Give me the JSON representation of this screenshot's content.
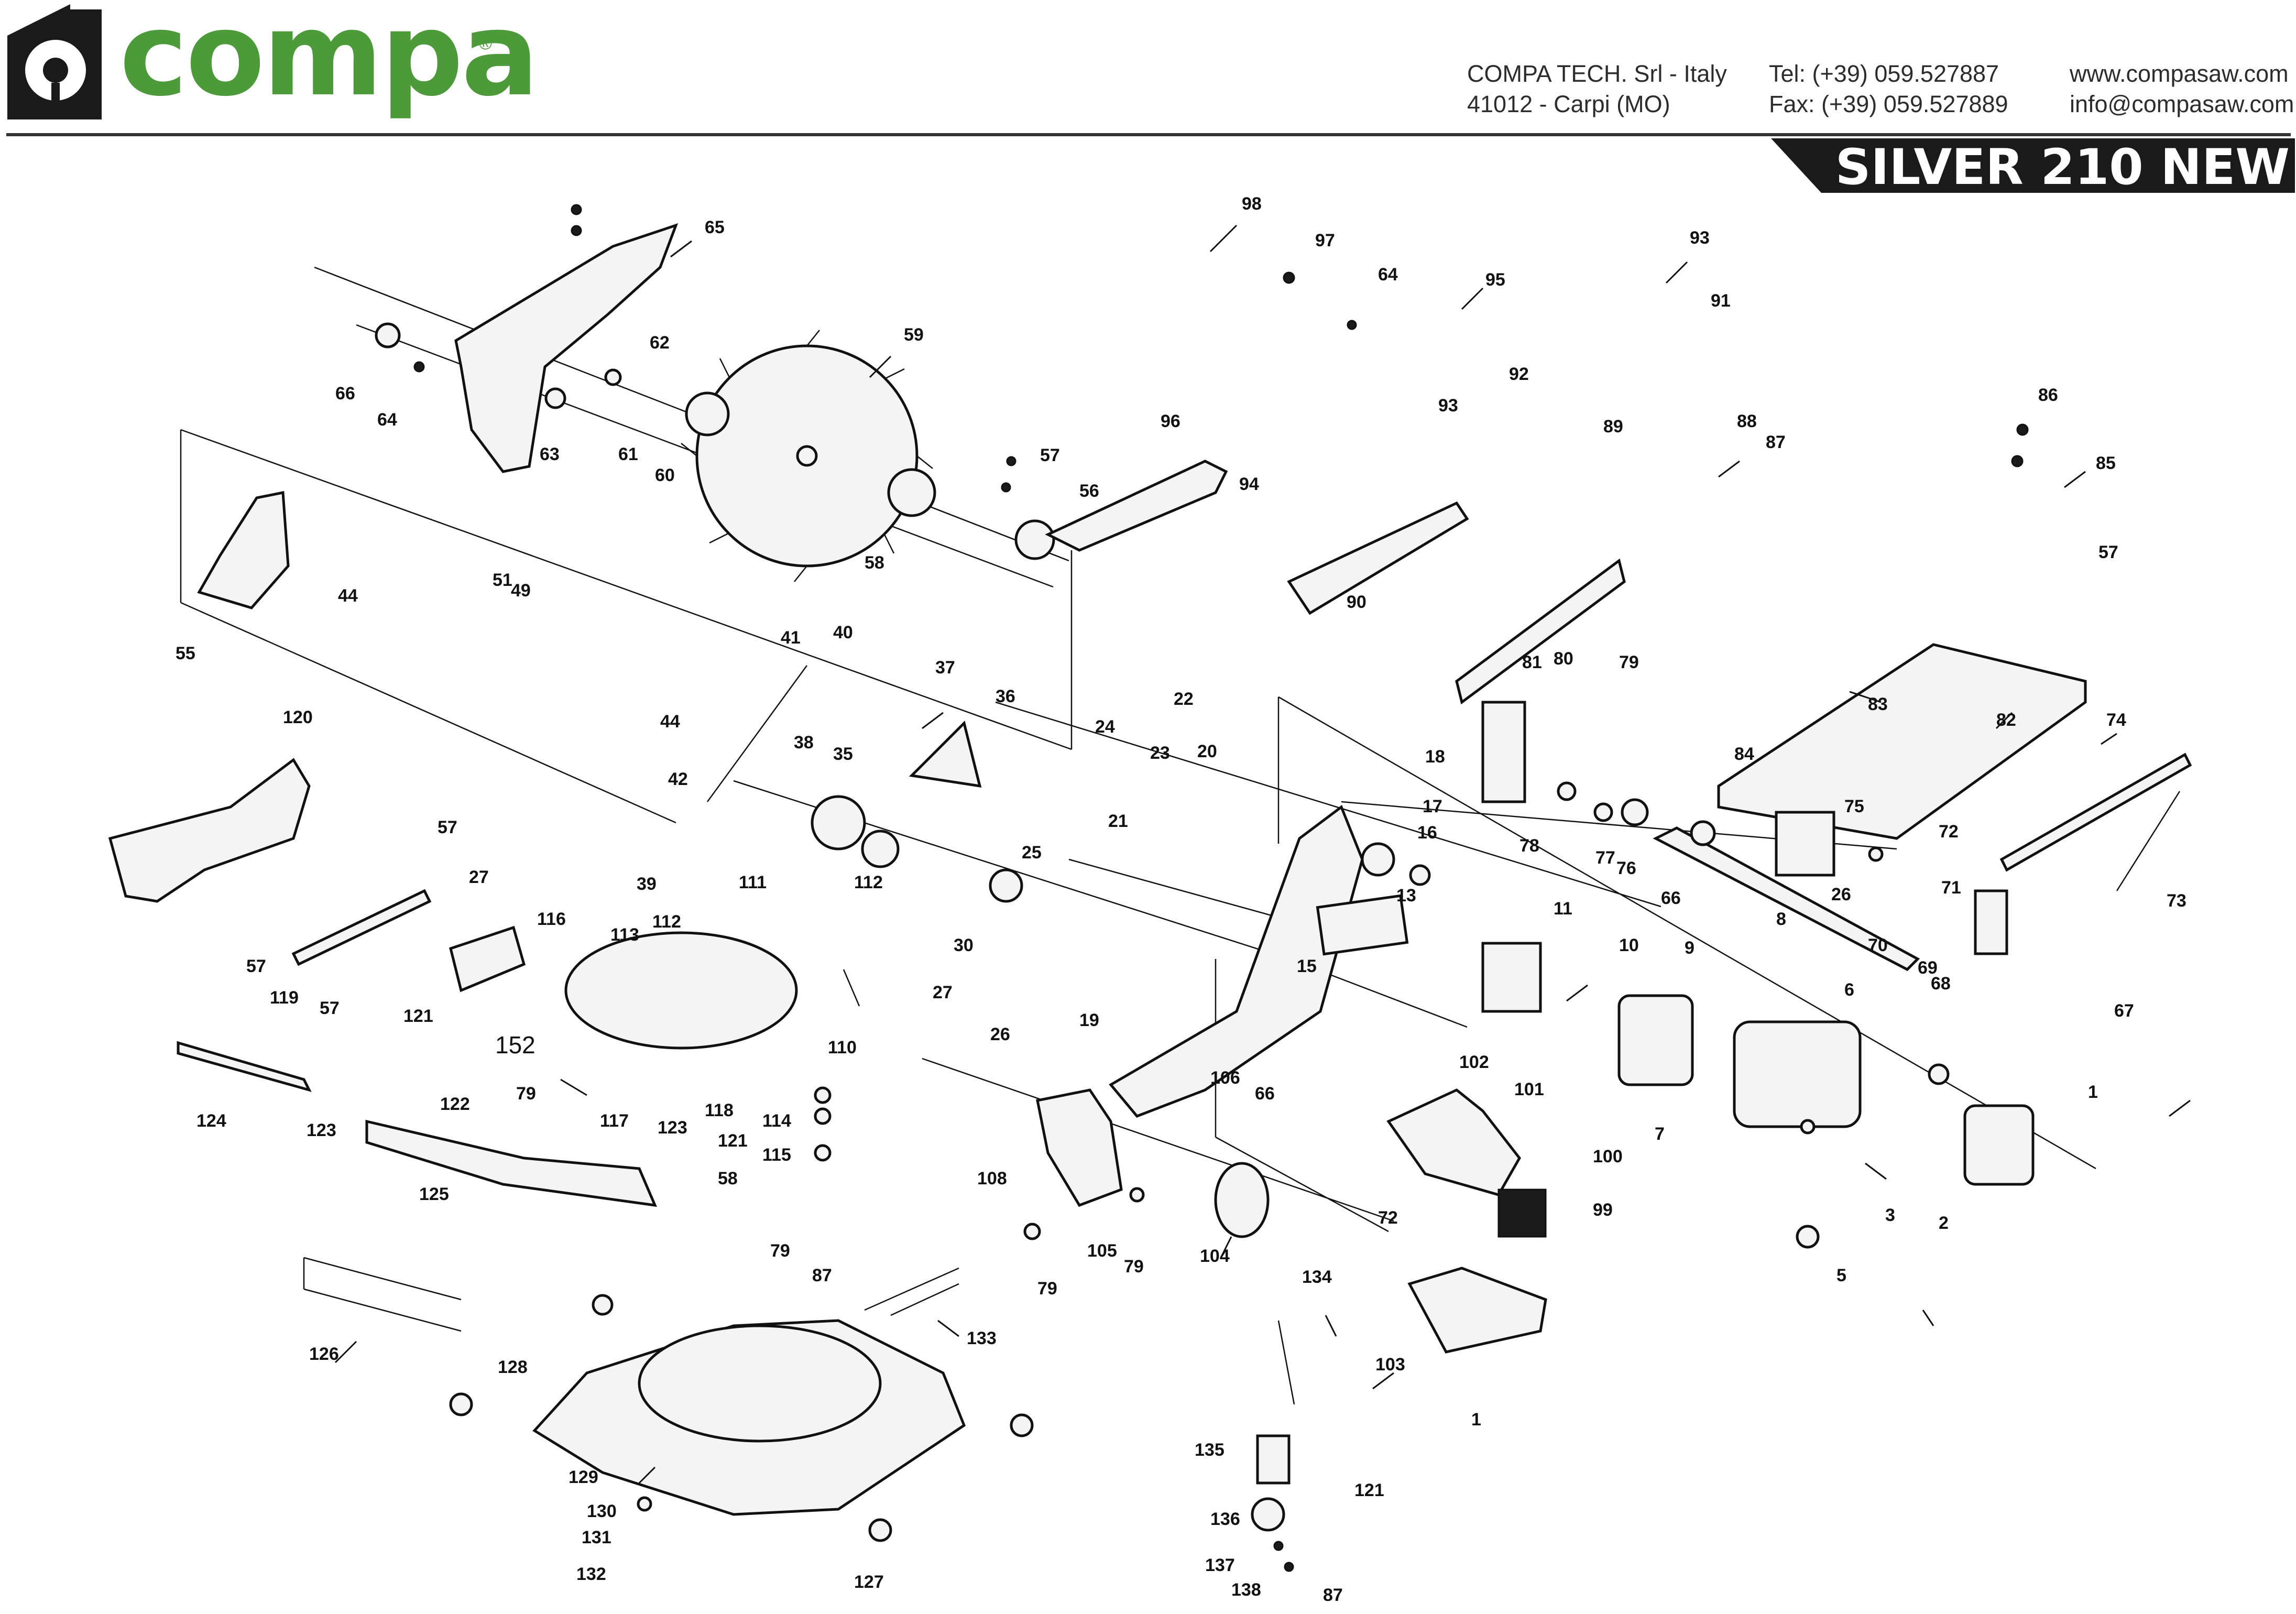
{
  "brand": {
    "name": "compa",
    "registered_mark": "®",
    "color": "#4d9a3a"
  },
  "contact": {
    "company": "COMPA TECH. Srl - Italy",
    "address": "41012 - Carpi (MO)",
    "phone": "Tel: (+39) 059.527887",
    "fax": "Fax: (+39) 059.527889",
    "website": "www.compasaw.com",
    "email": "info@compasaw.com"
  },
  "model": {
    "title": "SILVER 210 NEW",
    "banner_color": "#1a1a1a"
  },
  "diagram": {
    "part_numbers": [
      "1",
      "2",
      "3",
      "5",
      "6",
      "7",
      "8",
      "9",
      "10",
      "11",
      "13",
      "15",
      "16",
      "17",
      "18",
      "19",
      "20",
      "21",
      "22",
      "23",
      "24",
      "25",
      "26",
      "27",
      "30",
      "35",
      "36",
      "37",
      "38",
      "39",
      "40",
      "41",
      "42",
      "44",
      "49",
      "51",
      "55",
      "56",
      "57",
      "58",
      "59",
      "60",
      "61",
      "62",
      "63",
      "64",
      "65",
      "66",
      "67",
      "68",
      "69",
      "70",
      "71",
      "72",
      "73",
      "74",
      "75",
      "76",
      "77",
      "78",
      "79",
      "80",
      "81",
      "82",
      "83",
      "84",
      "85",
      "86",
      "87",
      "88",
      "89",
      "90",
      "91",
      "92",
      "93",
      "94",
      "95",
      "96",
      "97",
      "98",
      "99",
      "100",
      "101",
      "102",
      "103",
      "104",
      "105",
      "106",
      "108",
      "110",
      "111",
      "112",
      "113",
      "114",
      "115",
      "116",
      "117",
      "118",
      "119",
      "120",
      "121",
      "122",
      "123",
      "124",
      "125",
      "126",
      "127",
      "128",
      "129",
      "130",
      "131",
      "132",
      "133",
      "134",
      "135",
      "136",
      "137",
      "138",
      "152"
    ]
  }
}
